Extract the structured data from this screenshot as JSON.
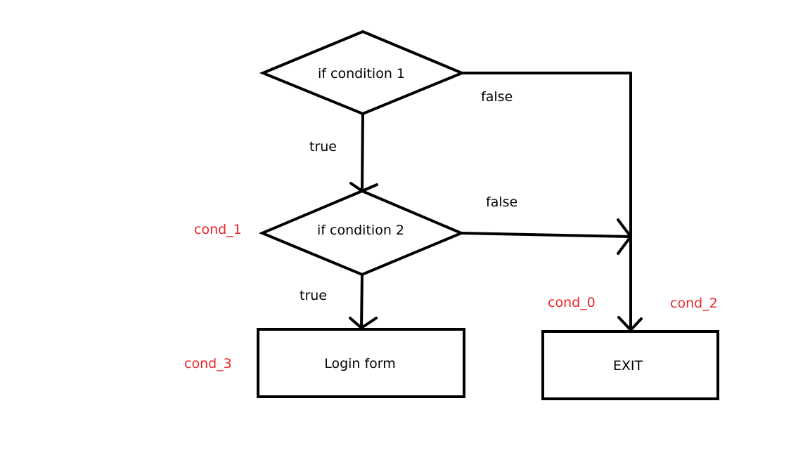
{
  "diagram": {
    "colors": {
      "stroke": "#000000",
      "text": "#000000",
      "annotation": "#e8262a",
      "background": "#ffffff"
    },
    "nodes": {
      "decision_1": {
        "label": "if condition 1"
      },
      "decision_2": {
        "label": "if condition 2"
      },
      "login_form": {
        "label": "Login form"
      },
      "exit": {
        "label": "EXIT"
      }
    },
    "edges": {
      "d1_true": {
        "label": "true"
      },
      "d1_false": {
        "label": "false"
      },
      "d2_true": {
        "label": "true"
      },
      "d2_false": {
        "label": "false"
      }
    },
    "annotations": {
      "cond_0": "cond_0",
      "cond_1": "cond_1",
      "cond_2": "cond_2",
      "cond_3": "cond_3"
    }
  }
}
